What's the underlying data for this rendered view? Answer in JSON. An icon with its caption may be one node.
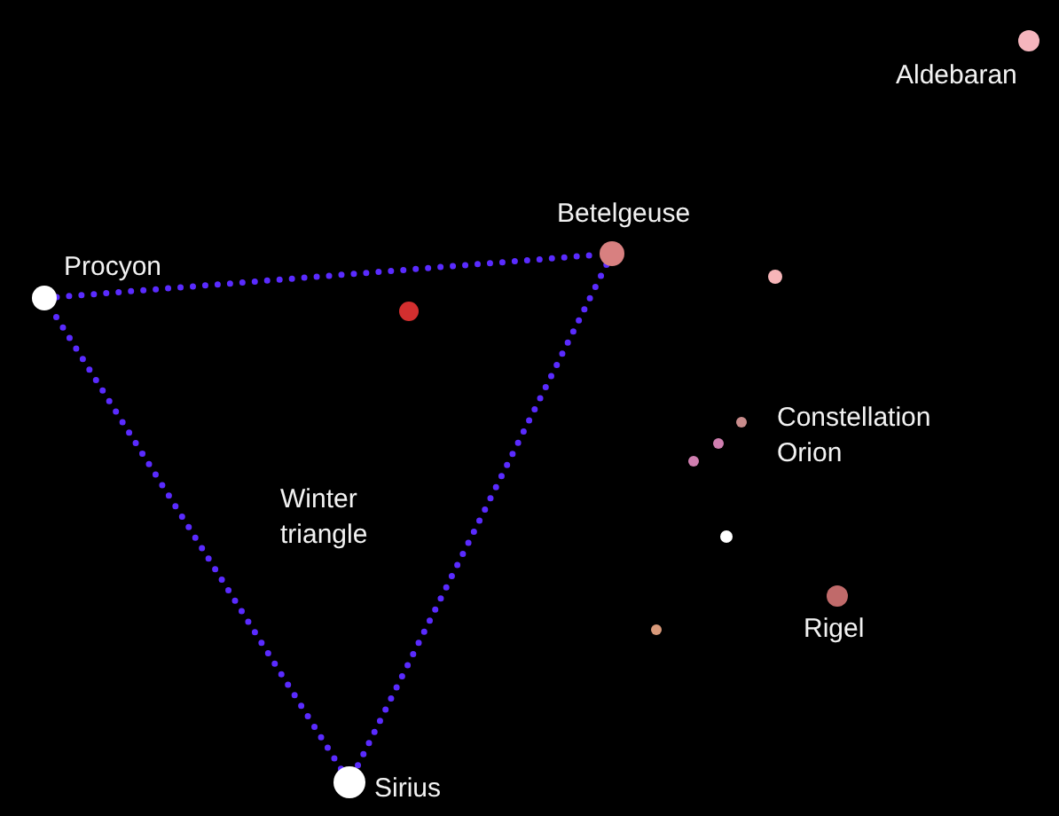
{
  "diagram": {
    "nodes": [
      {
        "text": [],
        "shape": "circle",
        "beside": [
          "Aldebaran"
        ]
      },
      {
        "text": [],
        "shape": "circle",
        "beside": [
          "Betelgeuse"
        ]
      },
      {
        "text": [],
        "shape": "circle",
        "beside": [
          "Procyon"
        ]
      },
      {
        "text": [],
        "shape": "circle"
      },
      {
        "text": [],
        "shape": "circle"
      },
      {
        "text": [],
        "shape": "circle"
      },
      {
        "text": [],
        "shape": "circle"
      },
      {
        "text": [],
        "shape": "circle"
      },
      {
        "text": [],
        "shape": "circle"
      },
      {
        "text": [],
        "shape": "circle",
        "beside": [
          "Rigel"
        ]
      },
      {
        "text": [],
        "shape": "circle"
      },
      {
        "text": [],
        "shape": "circle",
        "beside": [
          "Sirius"
        ]
      }
    ],
    "edges": [
      {
        "from": 2,
        "to": 1,
        "arrow": "none",
        "style": "dashed"
      },
      {
        "from": 1,
        "to": 11,
        "arrow": "none",
        "style": "dashed"
      },
      {
        "from": 11,
        "to": 2,
        "arrow": "none",
        "style": "dashed"
      }
    ],
    "labels": [
      "Winter triangle",
      "Constellation Orion"
    ]
  }
}
